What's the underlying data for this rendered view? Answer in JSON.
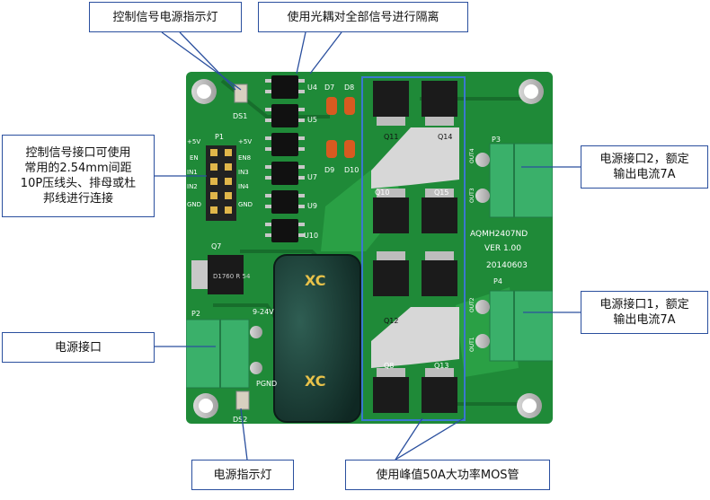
{
  "callouts": {
    "control_led": "控制信号电源指示灯",
    "optocoupler": "使用光耦对全部信号进行隔离",
    "control_interface_lines": [
      "控制信号接口可使用",
      "常用的2.54mm间距",
      "10P压线头、排母或杜",
      "邦线进行连接"
    ],
    "power_interface": "电源接口",
    "power_interface_2_lines": [
      "电源接口2，额定",
      "输出电流7A"
    ],
    "power_interface_1_lines": [
      "电源接口1，额定",
      "输出电流7A"
    ],
    "power_led": "电源指示灯",
    "mosfet": "使用峰值50A大功率MOS管"
  },
  "board": {
    "model": "AQMH2407ND",
    "version": "VER 1.00",
    "date": "20140603",
    "designators": {
      "ds1": "DS1",
      "ds2": "DS2",
      "p1": "P1",
      "p2": "P2",
      "p3": "P3",
      "p4": "P4",
      "q7": "Q7",
      "q8": "Q8",
      "q10": "Q10",
      "q11": "Q11",
      "q12": "Q12",
      "q13": "Q13",
      "q14": "Q14",
      "q15": "Q15",
      "u4": "U4",
      "u5": "U5",
      "u7": "U7",
      "u9": "U9",
      "u10": "U10",
      "d7": "D7",
      "d8": "D8",
      "d9": "D9",
      "d10": "D10"
    },
    "pin_labels": {
      "left": [
        "+5V",
        "EN",
        "IN1",
        "IN2",
        "GND"
      ],
      "right": [
        "+5V",
        "EN8",
        "IN3",
        "IN4",
        "GND"
      ]
    },
    "terminal_labels": {
      "out4": "OUT4",
      "out3": "OUT3",
      "out2": "OUT2",
      "out1": "OUT1",
      "pgnd": "PGND",
      "vin": "9-24V"
    },
    "q7_part": "D1760 R 54",
    "cap_brand": "XC"
  },
  "colors": {
    "pcb": "#1f8a38",
    "pcb_dark": "#156a2a",
    "terminal": "#3ab06a",
    "callout_border": "#2a4f9e",
    "highlight": "#3a78d0"
  }
}
